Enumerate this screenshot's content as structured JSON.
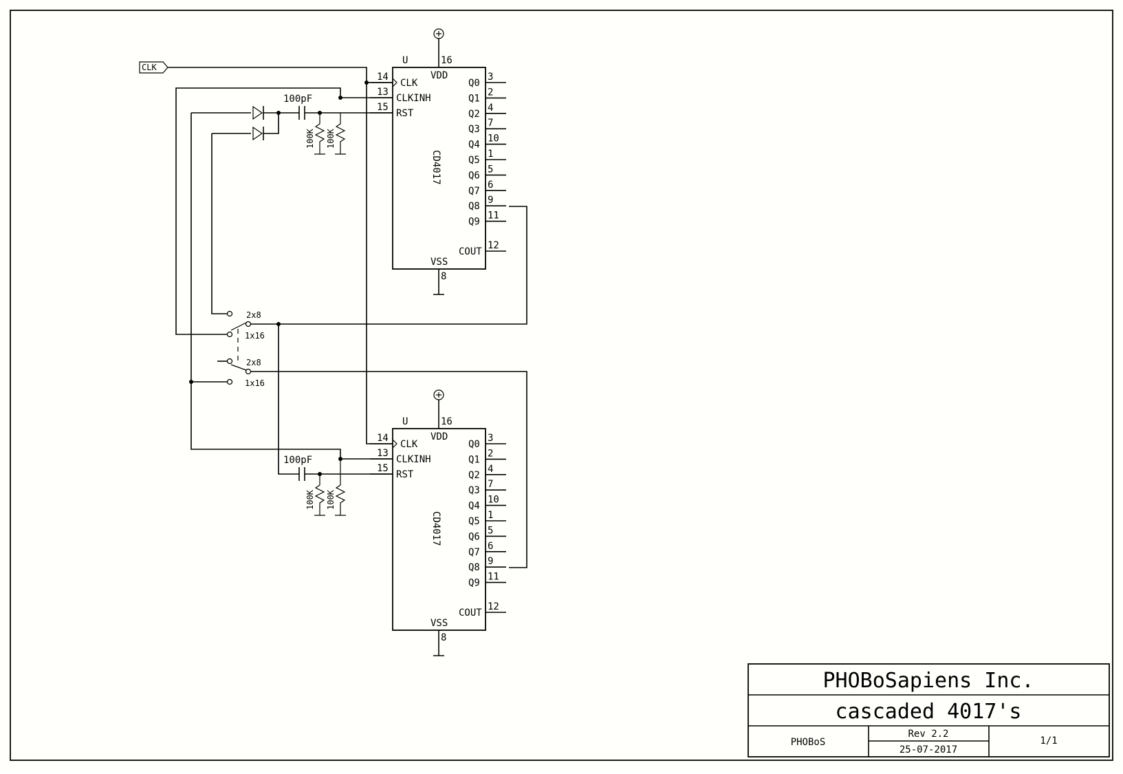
{
  "net_label": "CLK",
  "chips": [
    {
      "ref": "U",
      "part": "CD4017",
      "vdd_label": "VDD",
      "vss_label": "VSS",
      "vdd_pin": "16",
      "vss_pin": "8",
      "left_pins": [
        {
          "num": "14",
          "name": "CLK"
        },
        {
          "num": "13",
          "name": "CLKINH"
        },
        {
          "num": "15",
          "name": "RST"
        }
      ],
      "right_pins": [
        {
          "num": "3",
          "name": "Q0"
        },
        {
          "num": "2",
          "name": "Q1"
        },
        {
          "num": "4",
          "name": "Q2"
        },
        {
          "num": "7",
          "name": "Q3"
        },
        {
          "num": "10",
          "name": "Q4"
        },
        {
          "num": "1",
          "name": "Q5"
        },
        {
          "num": "5",
          "name": "Q6"
        },
        {
          "num": "6",
          "name": "Q7"
        },
        {
          "num": "9",
          "name": "Q8"
        },
        {
          "num": "11",
          "name": "Q9"
        }
      ],
      "cout": {
        "num": "12",
        "name": "COUT"
      }
    },
    {
      "ref": "U",
      "part": "CD4017",
      "vdd_label": "VDD",
      "vss_label": "VSS",
      "vdd_pin": "16",
      "vss_pin": "8",
      "left_pins": [
        {
          "num": "14",
          "name": "CLK"
        },
        {
          "num": "13",
          "name": "CLKINH"
        },
        {
          "num": "15",
          "name": "RST"
        }
      ],
      "right_pins": [
        {
          "num": "3",
          "name": "Q0"
        },
        {
          "num": "2",
          "name": "Q1"
        },
        {
          "num": "4",
          "name": "Q2"
        },
        {
          "num": "7",
          "name": "Q3"
        },
        {
          "num": "10",
          "name": "Q4"
        },
        {
          "num": "1",
          "name": "Q5"
        },
        {
          "num": "5",
          "name": "Q6"
        },
        {
          "num": "6",
          "name": "Q7"
        },
        {
          "num": "9",
          "name": "Q8"
        },
        {
          "num": "11",
          "name": "Q9"
        }
      ],
      "cout": {
        "num": "12",
        "name": "COUT"
      }
    }
  ],
  "components": {
    "capacitor_value": "100pF",
    "resistor_value": "100K"
  },
  "switch": {
    "pos_a": "2x8",
    "pos_b": "1x16"
  },
  "title_block": {
    "company": "PHOBoSapiens Inc.",
    "title": "cascaded 4017's",
    "author": "PHOBoS",
    "revision": "Rev 2.2",
    "date": "25-07-2017",
    "sheet": "1/1"
  }
}
